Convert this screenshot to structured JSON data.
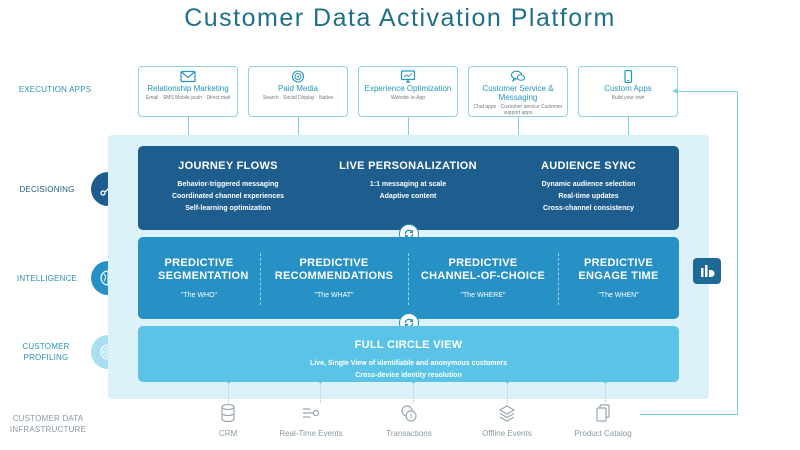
{
  "title": "Customer Data Activation Platform",
  "side_labels": {
    "execution": "EXECUTION APPS",
    "decisioning": "DECISIONING",
    "intelligence": "INTELLIGENCE",
    "profiling": "CUSTOMER PROFILING",
    "infrastructure": "CUSTOMER DATA INFRASTRUCTURE"
  },
  "apps": [
    {
      "title": "Relationship Marketing",
      "sub": "Email · SMS Mobile push · Direct mail",
      "icon": "envelope-icon"
    },
    {
      "title": "Paid Media",
      "sub": "Search · Social Display · Native",
      "icon": "target-icon"
    },
    {
      "title": "Experience Optimization",
      "sub": "Website In-App",
      "icon": "monitor-icon"
    },
    {
      "title": "Customer Service & Messaging",
      "sub": "Chat apps · Customer service Customer support apps",
      "icon": "chat-bubbles-icon"
    },
    {
      "title": "Custom Apps",
      "sub": "Build your own",
      "icon": "mobile-phone-icon"
    }
  ],
  "decisioning": [
    {
      "heading": "JOURNEY FLOWS",
      "lines": [
        "Behavior-triggered messaging",
        "Coordinated channel experiences",
        "Self-learning optimization"
      ]
    },
    {
      "heading": "LIVE PERSONALIZATION",
      "lines": [
        "1:1 messaging at scale",
        "Adaptive content"
      ]
    },
    {
      "heading": "AUDIENCE SYNC",
      "lines": [
        "Dynamic audience selection",
        "Real-time updates",
        "Cross-channel consistency"
      ]
    }
  ],
  "intelligence": [
    {
      "heading": "PREDICTIVE SEGMENTATION",
      "quote": "\"The WHO\""
    },
    {
      "heading": "PREDICTIVE RECOMMENDATIONS",
      "quote": "\"The WHAT\""
    },
    {
      "heading": "PREDICTIVE CHANNEL-OF-CHOICE",
      "quote": "\"The WHERE\""
    },
    {
      "heading": "PREDICTIVE ENGAGE TIME",
      "quote": "\"The WHEN\""
    }
  ],
  "profiling": {
    "heading": "FULL CIRCLE VIEW",
    "lines": [
      "Live, Single View of identifiable and anonymous customers",
      "Cross-device identity resolution"
    ]
  },
  "infrastructure": [
    {
      "label": "CRM",
      "icon": "database-icon"
    },
    {
      "label": "Real-Time Events",
      "icon": "event-stream-icon"
    },
    {
      "label": "Transactions",
      "icon": "coins-icon"
    },
    {
      "label": "Offline Events",
      "icon": "layers-icon"
    },
    {
      "label": "Product Catalog",
      "icon": "catalog-pages-icon"
    }
  ],
  "colors": {
    "title": "#1f6f8b",
    "decisioning_band": "#1e5e8e",
    "intelligence_band": "#2790c4",
    "profiling_band": "#5bc4e6",
    "panel": "#dcf1f8",
    "accent": "#2a93b5"
  },
  "logo": "ib-logo-icon"
}
